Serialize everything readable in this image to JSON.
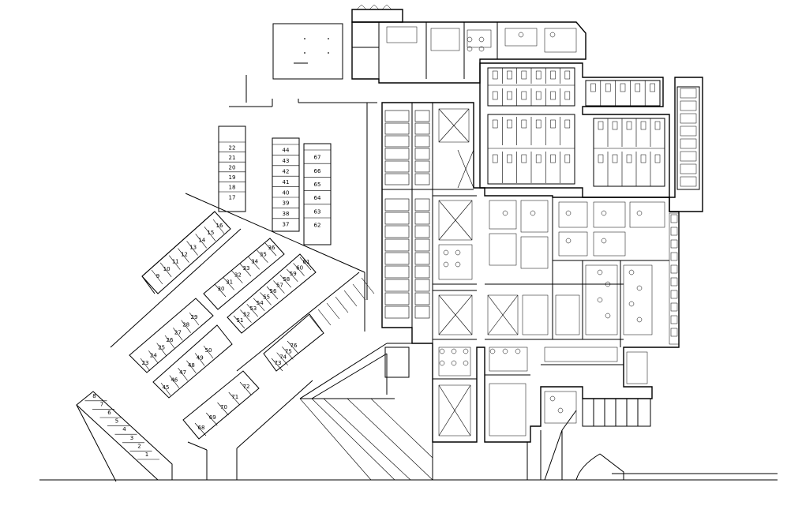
{
  "drawing": {
    "stroke_color": "#000000",
    "background_color": "#ffffff",
    "parking_stall_numbers": {
      "col_a": [
        "22",
        "21",
        "20",
        "19",
        "18",
        "17"
      ],
      "col_b": [
        "44",
        "43",
        "42",
        "41",
        "40",
        "39",
        "38",
        "37"
      ],
      "col_c": [
        "67",
        "66",
        "65",
        "64",
        "63",
        "62"
      ],
      "row_9_16": [
        "9",
        "10",
        "11",
        "12",
        "13",
        "14",
        "15",
        "16"
      ],
      "row_30_36": [
        "30",
        "31",
        "32",
        "33",
        "34",
        "35",
        "36"
      ],
      "row_51_61": [
        "51",
        "52",
        "53",
        "54",
        "55",
        "56",
        "57",
        "58",
        "59",
        "60",
        "61"
      ],
      "row_23_29": [
        "23",
        "24",
        "25",
        "26",
        "27",
        "28",
        "29"
      ],
      "row_45_50": [
        "45",
        "46",
        "47",
        "48",
        "49",
        "50"
      ],
      "row_73_76": [
        "73",
        "74",
        "75",
        "76"
      ],
      "row_68_72": [
        "68",
        "69",
        "70",
        "71",
        "72"
      ],
      "row_1_8": [
        "1",
        "2",
        "3",
        "4",
        "5",
        "6",
        "7",
        "8"
      ]
    }
  }
}
